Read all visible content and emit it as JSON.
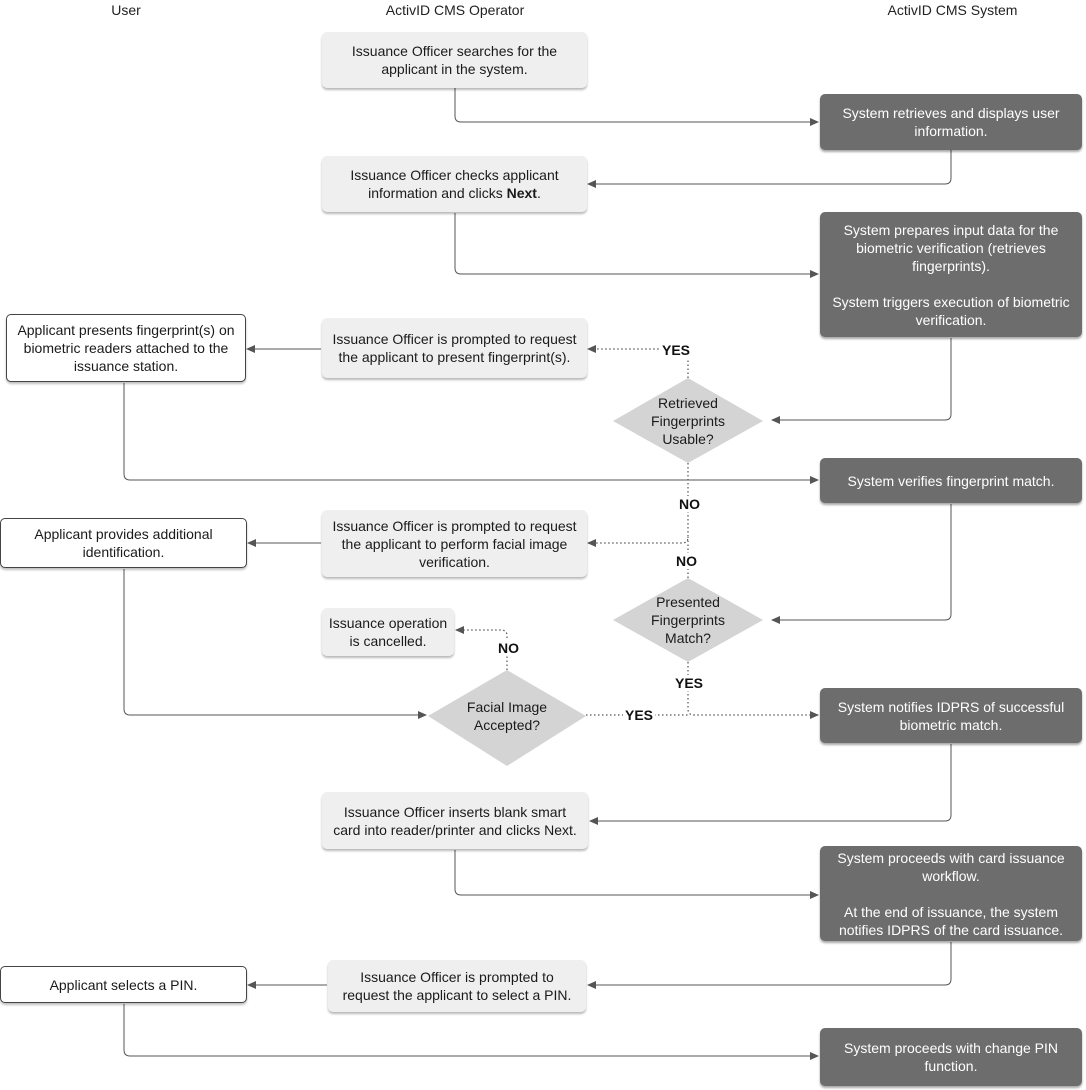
{
  "lanes": {
    "user": "User",
    "operator": "ActivID CMS Operator",
    "system": "ActivID CMS System"
  },
  "steps": {
    "op_search": "Issuance Officer searches for the applicant in the system.",
    "sys_retrieve": "System retrieves and displays user information.",
    "op_check_prefix": "Issuance Officer checks applicant information and clicks ",
    "op_check_bold": "Next",
    "op_check_suffix": ".",
    "sys_prepare": "System prepares input data for the biometric verification (retrieves fingerprints).\n\nSystem triggers execution of biometric verification.",
    "op_prompt_fp": "Issuance Officer is prompted to request the applicant to present fingerprint(s).",
    "usr_present_fp": "Applicant presents fingerprint(s) on biometric readers attached to the issuance station.",
    "dec_retrieved": "Retrieved Fingerprints Usable?",
    "sys_verify": "System verifies fingerprint match.",
    "op_prompt_face": "Issuance Officer is prompted to request the applicant to perform facial image verification.",
    "usr_additional": "Applicant provides additional identification.",
    "dec_presented": "Presented Fingerprints Match?",
    "op_cancelled": "Issuance operation is cancelled.",
    "dec_facial": "Facial Image Accepted?",
    "sys_notify": "System notifies IDPRS of successful biometric match.",
    "op_insert": "Issuance Officer inserts blank smart card into reader/printer and clicks Next.",
    "sys_proceed_card": "System proceeds with card issuance workflow.\n\nAt the end of issuance, the system notifies IDPRS of the card issuance.",
    "op_prompt_pin": "Issuance Officer is prompted to request the applicant to select a PIN.",
    "usr_pin": "Applicant selects a PIN.",
    "sys_change_pin": "System proceeds with change PIN function."
  },
  "labels": {
    "yes_retrieved": "YES",
    "no_retrieved": "NO",
    "no_presented": "NO",
    "yes_presented": "YES",
    "no_facial": "NO",
    "yes_facial": "YES"
  },
  "colors": {
    "operator_fill": "#efefef",
    "system_fill": "#6d6d6d",
    "decision_fill": "#d4d4d4",
    "connector": "#555555"
  }
}
